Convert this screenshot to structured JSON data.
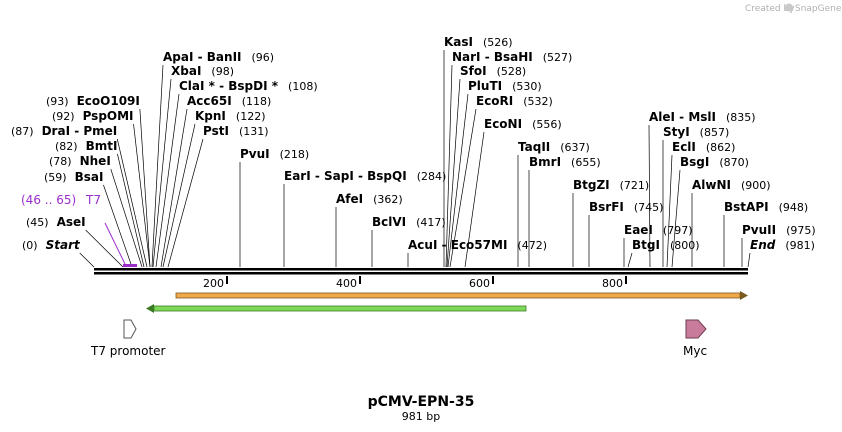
{
  "credit": {
    "prefix": "Created by",
    "brand": "SnapGene"
  },
  "title": "pCMV-EPN-35",
  "length_label": "981 bp",
  "ruler_ticks": [
    "200",
    "400",
    "600",
    "800"
  ],
  "colors": {
    "primer": "#9b2fc9",
    "orange_feature": "#f0a84a",
    "green_feature": "#7ed957",
    "myc": "#c87b9a"
  },
  "sites": [
    {
      "name": "Start",
      "pos": "(0)",
      "italic": true
    },
    {
      "name": "AseI",
      "pos": "(45)"
    },
    {
      "name": "BsaI",
      "pos": "(59)"
    },
    {
      "name": "NheI",
      "pos": "(78)"
    },
    {
      "name": "BmtI",
      "pos": "(82)"
    },
    {
      "name": "DraI - PmeI",
      "pos": "(87)"
    },
    {
      "name": "PspOMI",
      "pos": "(92)"
    },
    {
      "name": "EcoO109I",
      "pos": "(93)"
    },
    {
      "name": "ApaI - BanII",
      "pos": "(96)"
    },
    {
      "name": "XbaI",
      "pos": "(98)"
    },
    {
      "name": "ClaI * - BspDI *",
      "pos": "(108)"
    },
    {
      "name": "Acc65I",
      "pos": "(118)"
    },
    {
      "name": "KpnI",
      "pos": "(122)"
    },
    {
      "name": "PstI",
      "pos": "(131)"
    },
    {
      "name": "PvuI",
      "pos": "(218)"
    },
    {
      "name": "EarI - SapI - BspQI",
      "pos": "(284)"
    },
    {
      "name": "AfeI",
      "pos": "(362)"
    },
    {
      "name": "BclVI",
      "pos": "(417)"
    },
    {
      "name": "AcuI - Eco57MI",
      "pos": "(472)"
    },
    {
      "name": "KasI",
      "pos": "(526)"
    },
    {
      "name": "NarI - BsaHI",
      "pos": "(527)"
    },
    {
      "name": "SfoI",
      "pos": "(528)"
    },
    {
      "name": "PluTI",
      "pos": "(530)"
    },
    {
      "name": "EcoRI",
      "pos": "(532)"
    },
    {
      "name": "EcoNI",
      "pos": "(556)"
    },
    {
      "name": "TaqII",
      "pos": "(637)"
    },
    {
      "name": "BmrI",
      "pos": "(655)"
    },
    {
      "name": "BtgZI",
      "pos": "(721)"
    },
    {
      "name": "BsrFI",
      "pos": "(745)"
    },
    {
      "name": "EaeI",
      "pos": "(797)"
    },
    {
      "name": "BtgI",
      "pos": "(800)"
    },
    {
      "name": "AleI - MslI",
      "pos": "(835)"
    },
    {
      "name": "StyI",
      "pos": "(857)"
    },
    {
      "name": "EclI",
      "pos": "(862)"
    },
    {
      "name": "BsgI",
      "pos": "(870)"
    },
    {
      "name": "AlwNI",
      "pos": "(900)"
    },
    {
      "name": "BstAPI",
      "pos": "(948)"
    },
    {
      "name": "PvuII",
      "pos": "(975)"
    },
    {
      "name": "End",
      "pos": "(981)",
      "italic": true
    }
  ],
  "primer": {
    "range": "(46 .. 65)",
    "name": "T7"
  },
  "features": [
    {
      "name": "T7 promoter"
    },
    {
      "name": "Myc"
    }
  ]
}
